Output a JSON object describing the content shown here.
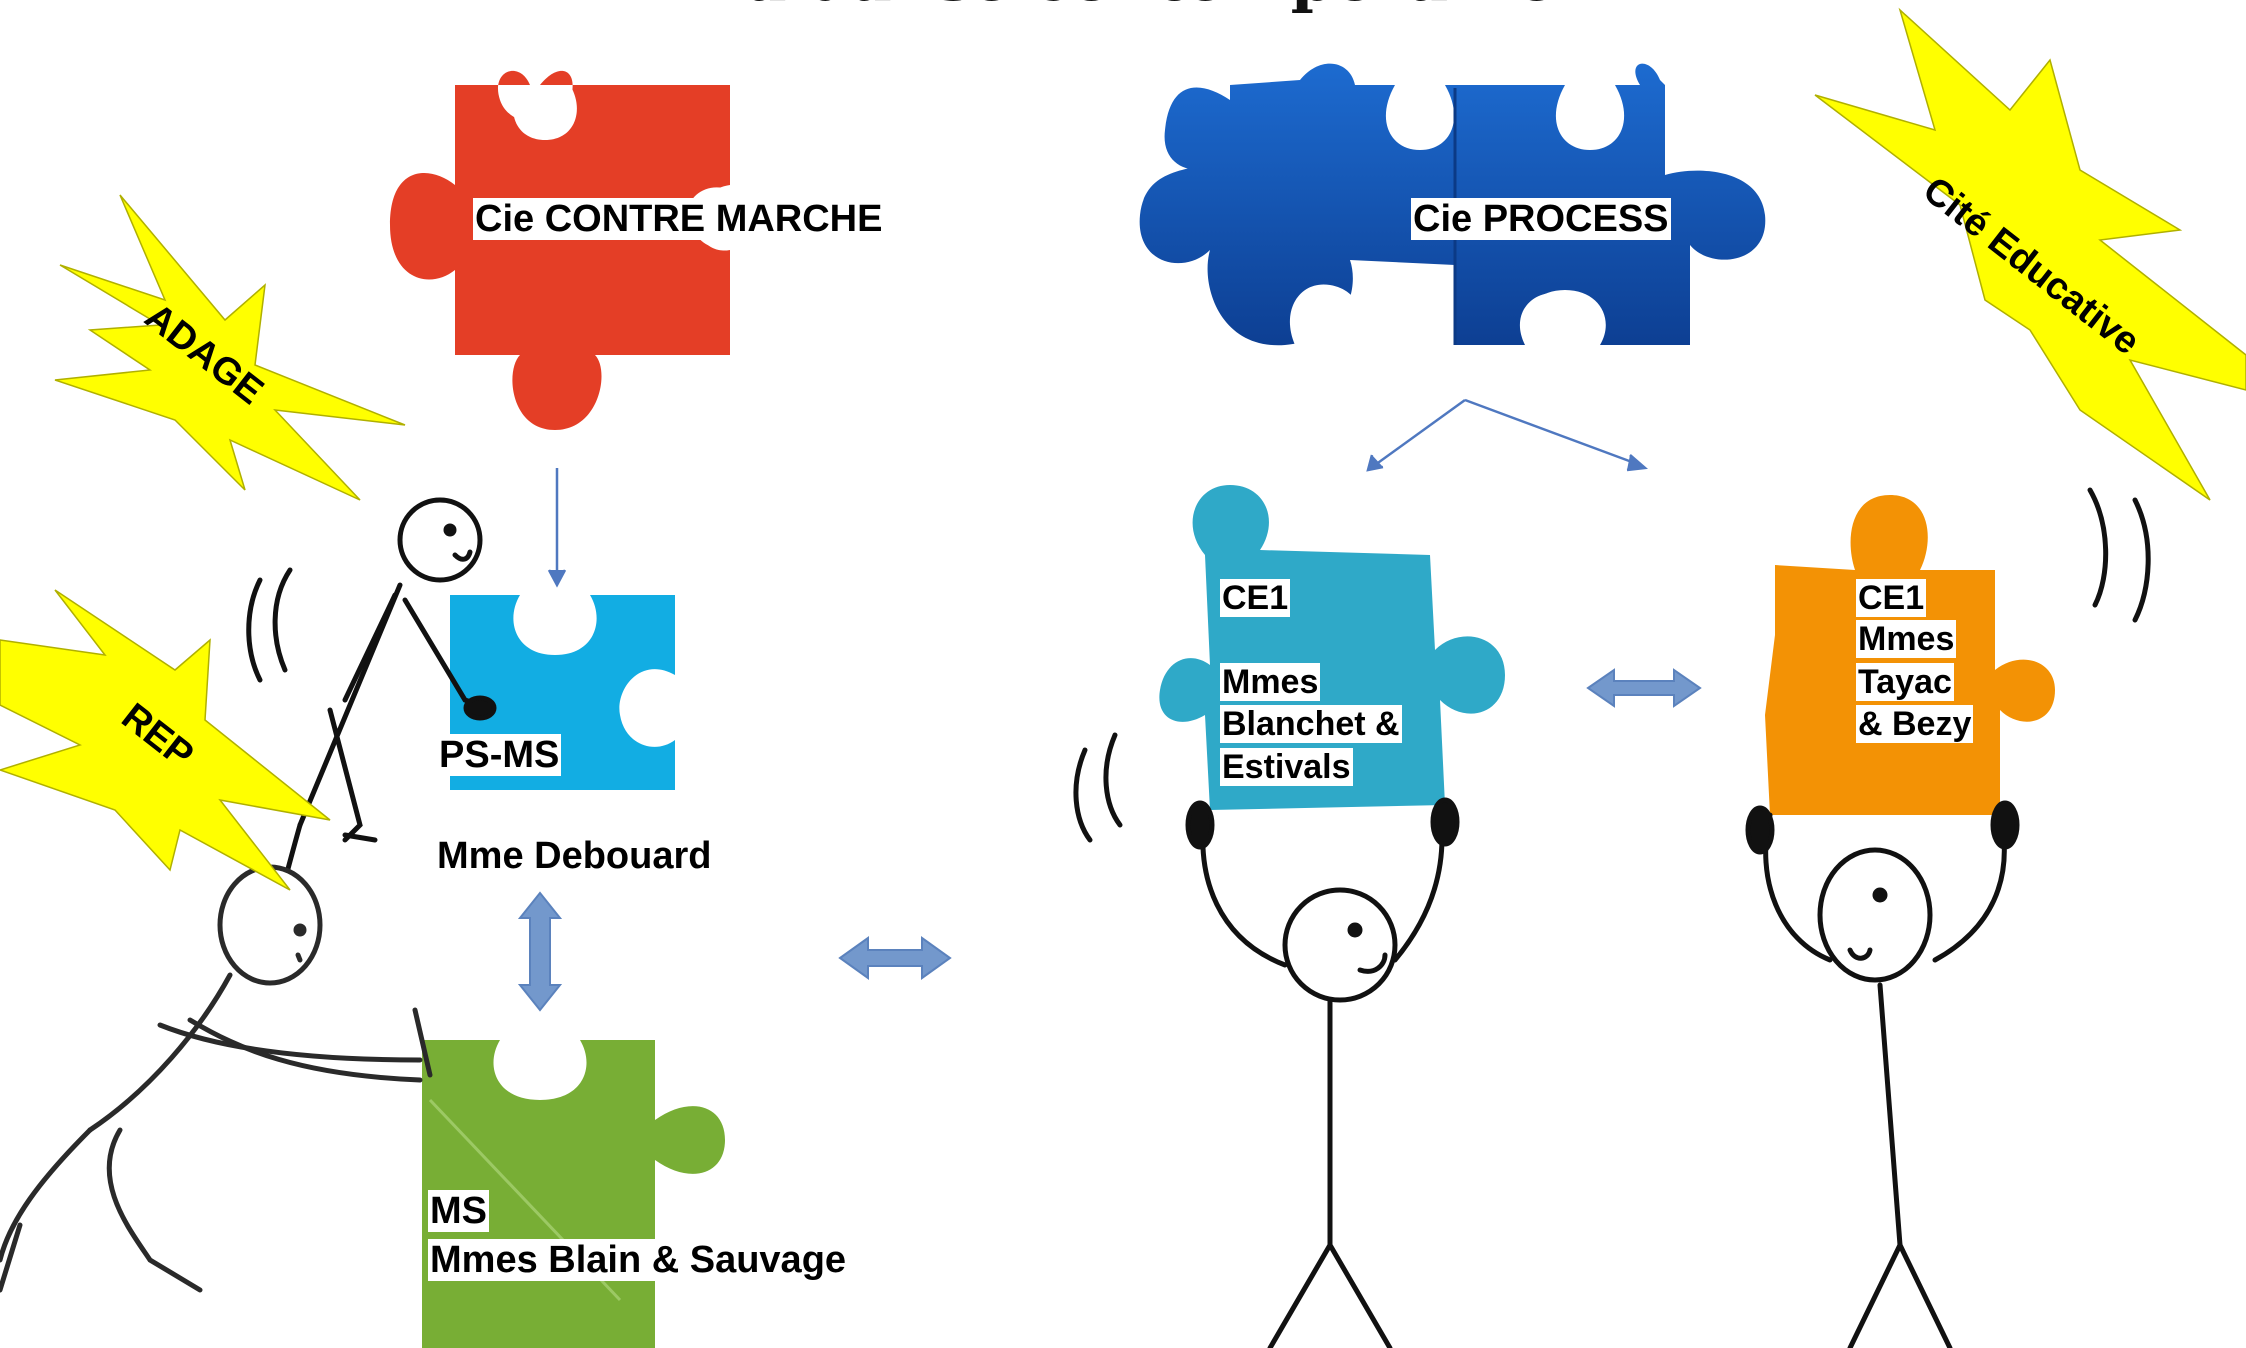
{
  "title": "la danse contemporaine",
  "companies": {
    "contre_marche": "Cie CONTRE MARCHE",
    "process": "Cie PROCESS"
  },
  "badges": {
    "adage": "ADAGE",
    "rep": "REP",
    "cite_educative": "Cité Educative"
  },
  "classes": {
    "psms": {
      "level": "PS-MS",
      "teachers": "Mme Debouard"
    },
    "ms": {
      "level": "MS",
      "teachers": "Mmes Blain & Sauvage"
    },
    "ce1_a": {
      "level": "CE1",
      "line1": "Mmes",
      "line2": "Blanchet &",
      "line3": "Estivals"
    },
    "ce1_b": {
      "level": "CE1",
      "line1": "Mmes",
      "line2": "Tayac",
      "line3": "& Bezy"
    }
  },
  "colors": {
    "red_piece": "#e43e26",
    "blue_piece": "#1358b2",
    "cyan_piece": "#12ade3",
    "teal_piece": "#2fa9c8",
    "orange_piece": "#f39205",
    "green_piece": "#78ae35",
    "star_yellow": "#ffff00",
    "arrow_blue": "#7398cc"
  }
}
